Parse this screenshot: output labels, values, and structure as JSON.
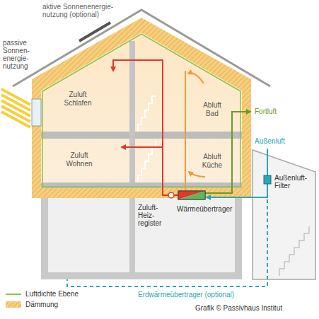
{
  "diagram": {
    "nodes": [
      {
        "text": [
          "Zuluft Schlafen"
        ]
      },
      {
        "text": [
          "Abluft Bad"
        ]
      },
      {
        "text": [
          "Zuluft Wohnen"
        ]
      },
      {
        "text": [
          "Abluft Küche"
        ]
      }
    ],
    "labels": [
      "aktive Sonnenenergie- nutzung (optional)",
      "passive Sonnen- energie- nutzung",
      "Fortluft",
      "Außenluft",
      "Außenluft- Filter",
      "Zuluft- Heiz- register",
      "Wärmeübertrager",
      "Erdwärmeübertrager (optional)",
      "Grafik © Passivhaus Institut"
    ],
    "legend": [
      {
        "text": "Luftdichte Ebene"
      },
      {
        "text": "Dämmung"
      }
    ]
  }
}
